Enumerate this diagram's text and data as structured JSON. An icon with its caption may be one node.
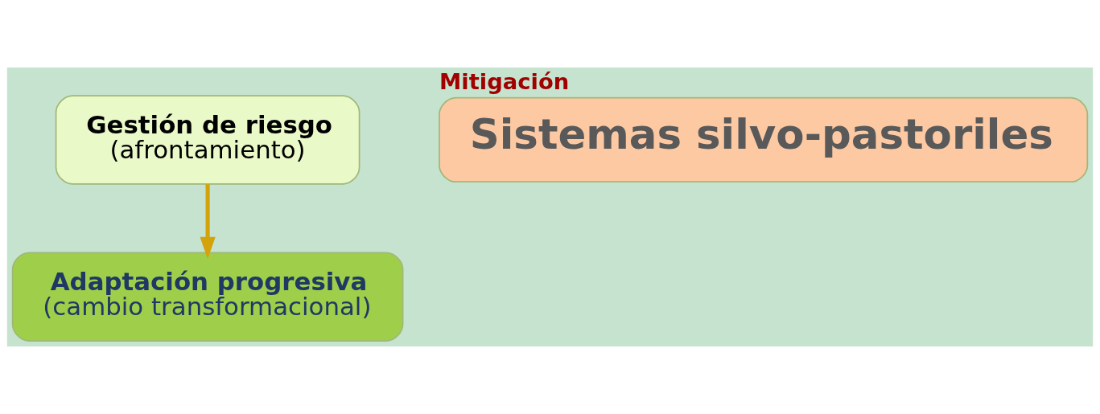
{
  "diagram": {
    "nodes": [
      {
        "text": [
          "Gestión de riesgo",
          "(afrontamiento)"
        ]
      },
      {
        "text": [
          "Sistemas silvo-pastoriles"
        ],
        "beside": [
          "Mitigación"
        ]
      },
      {
        "text": [
          "Adaptación progresiva",
          "(cambio transformacional)"
        ]
      }
    ],
    "edges": [
      {
        "from": 0,
        "to": 2,
        "arrow": "to",
        "color": "#d4a20a"
      }
    ]
  }
}
